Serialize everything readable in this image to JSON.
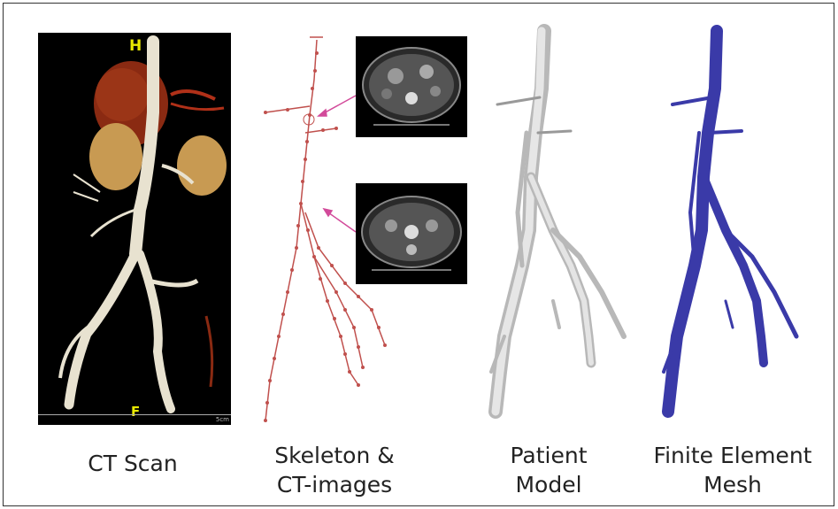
{
  "ct_panel": {
    "head_marker": "H",
    "foot_marker": "F",
    "scale_label": "5cm"
  },
  "captions": {
    "ct_scan": "CT Scan",
    "skeleton_line1": "Skeleton &",
    "skeleton_line2": "CT-images",
    "patient_line1": "Patient",
    "patient_line2": "Model",
    "mesh_line1": "Finite Element",
    "mesh_line2": "Mesh"
  },
  "colors": {
    "skeleton": "#c0504d",
    "arrow": "#d24a9a",
    "patient_model": "#c8c8c8",
    "mesh": "#3a3aa8",
    "liver": "#8a2a12",
    "kidney": "#c89a52",
    "vessel_ct": "#e8e2d0"
  }
}
